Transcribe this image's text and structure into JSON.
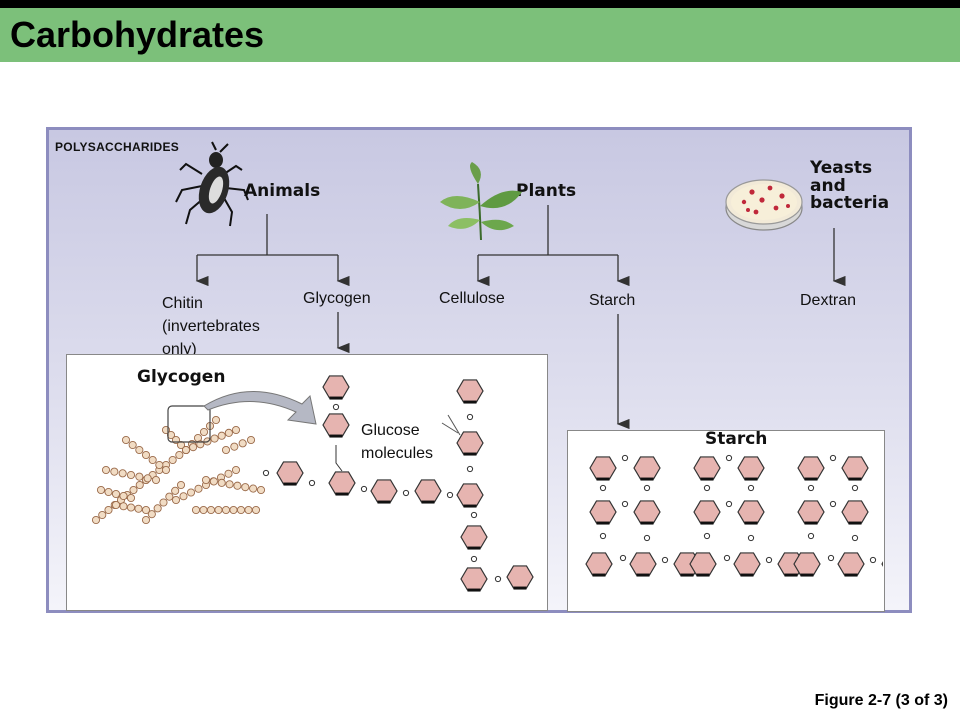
{
  "title": "Carbohydrates",
  "diagram": {
    "section_label": "POLYSACCHARIDES",
    "groups": {
      "animals": "Animals",
      "plants": "Plants",
      "yeasts_line1": "Yeasts",
      "yeasts_line2": "and",
      "yeasts_line3": "bacteria"
    },
    "products": {
      "chitin_line1": "Chitin",
      "chitin_line2": "(invertebrates",
      "chitin_line3": "only)",
      "glycogen": "Glycogen",
      "cellulose": "Cellulose",
      "starch": "Starch",
      "dextran": "Dextran"
    },
    "glycogen_box": {
      "title": "Glycogen",
      "glucose_line1": "Glucose",
      "glucose_line2": "molecules"
    },
    "starch_box": {
      "title": "Starch"
    }
  },
  "caption": "Figure 2-7 (3 of 3)"
}
